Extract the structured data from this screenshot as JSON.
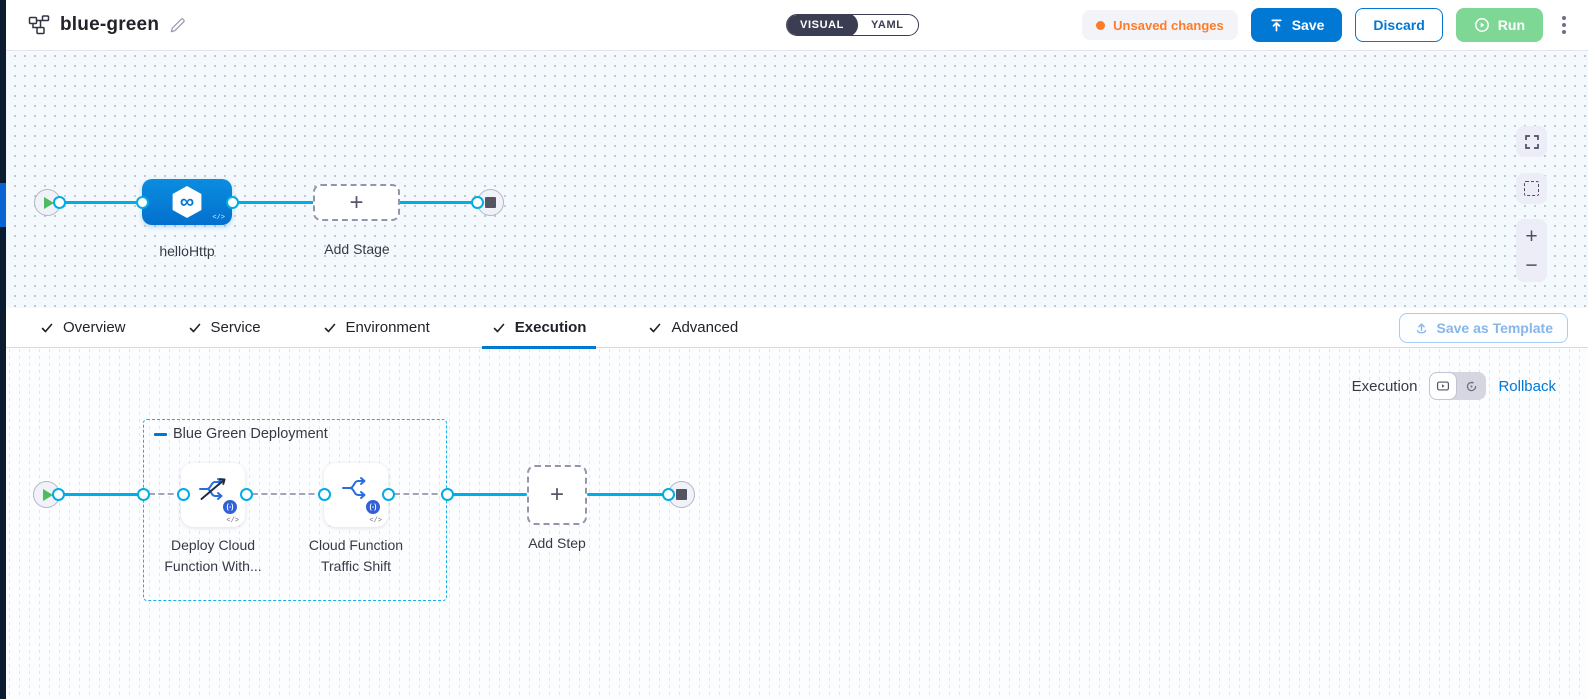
{
  "header": {
    "title": "blue-green",
    "mode_toggle": {
      "options": [
        "VISUAL",
        "YAML"
      ],
      "selected": "VISUAL"
    },
    "unsaved_changes_label": "Unsaved changes",
    "save_label": "Save",
    "discard_label": "Discard",
    "run_label": "Run"
  },
  "stage_canvas": {
    "stage_name": "helloHttp",
    "stage_icon_glyph": "∞",
    "add_stage_label": "Add Stage"
  },
  "tabs": {
    "items": [
      {
        "label": "Overview"
      },
      {
        "label": "Service"
      },
      {
        "label": "Environment"
      },
      {
        "label": "Execution"
      },
      {
        "label": "Advanced"
      }
    ],
    "active": "Execution",
    "save_as_template_label": "Save as Template"
  },
  "execution_canvas": {
    "mode_label": "Execution",
    "rollback_label": "Rollback",
    "group_label": "Blue Green Deployment",
    "steps": [
      {
        "label": "Deploy Cloud\nFunction With..."
      },
      {
        "label": "Cloud Function\nTraffic Shift"
      }
    ],
    "add_step_label": "Add Step"
  },
  "icons": {
    "plus": "+",
    "minus": "−",
    "code": "</>",
    "step_badge": "(-)"
  },
  "colors": {
    "primary_blue": "#0278d5",
    "connector_cyan": "#00ade4",
    "unsaved_orange": "#ff7b26",
    "run_green_disabled": "#7fd795",
    "toggle_dark": "#3b3d52",
    "nav_strip": "#0b1c30"
  }
}
